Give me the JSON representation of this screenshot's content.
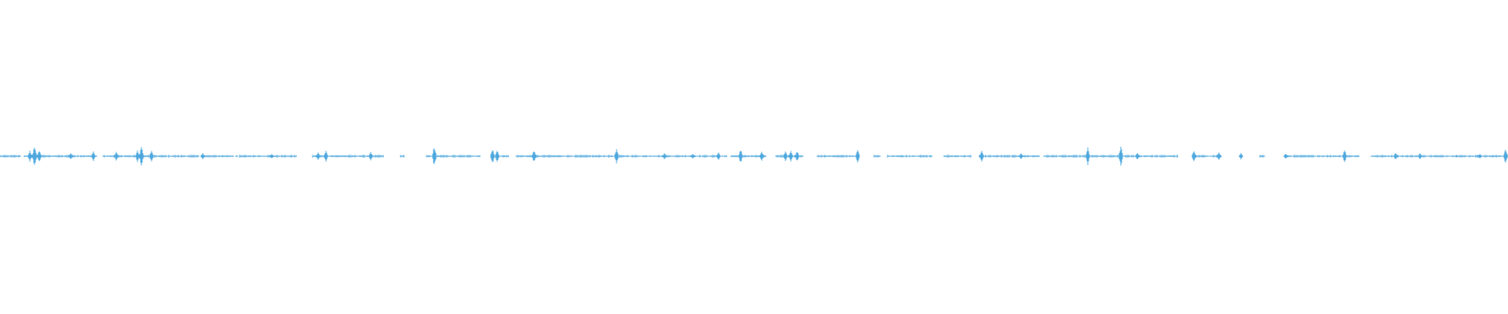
{
  "waveform": {
    "color": "#4ea8de",
    "background": "#ffffff",
    "segments": [
      [
        0,
        26
      ],
      [
        31,
        123
      ],
      [
        131,
        253
      ],
      [
        257,
        297
      ],
      [
        300,
        302
      ],
      [
        305,
        378
      ],
      [
        398,
        488
      ],
      [
        510,
        515
      ],
      [
        543,
        611
      ],
      [
        625,
        648
      ],
      [
        657,
        913
      ],
      [
        919,
        925
      ],
      [
        931,
        975
      ],
      [
        988,
        1023
      ],
      [
        1040,
        1094
      ],
      [
        1113,
        1121
      ],
      [
        1130,
        1187
      ],
      [
        1202,
        1236
      ],
      [
        1247,
        1323
      ],
      [
        1337,
        1329
      ],
      [
        1337,
        1500
      ],
      [
        1519,
        1555
      ],
      [
        1604,
        1610
      ],
      [
        1640,
        1730
      ],
      [
        1746,
        1858
      ],
      [
        1851,
        1920
      ]
    ],
    "peaks": [
      [
        44,
        1.0
      ],
      [
        38,
        0.55
      ],
      [
        50,
        0.6
      ],
      [
        90,
        0.35
      ],
      [
        119,
        0.45
      ],
      [
        148,
        0.4
      ],
      [
        180,
        1.0
      ],
      [
        175,
        0.55
      ],
      [
        193,
        0.6
      ],
      [
        258,
        0.3
      ],
      [
        346,
        0.25
      ],
      [
        405,
        0.4
      ],
      [
        415,
        0.55
      ],
      [
        472,
        0.45
      ],
      [
        553,
        1.0
      ],
      [
        627,
        0.7
      ],
      [
        633,
        0.55
      ],
      [
        680,
        0.6
      ],
      [
        785,
        0.75
      ],
      [
        846,
        0.3
      ],
      [
        882,
        0.25
      ],
      [
        915,
        0.35
      ],
      [
        943,
        0.7
      ],
      [
        970,
        0.45
      ],
      [
        1000,
        0.5
      ],
      [
        1007,
        0.55
      ],
      [
        1015,
        0.5
      ],
      [
        1092,
        0.65
      ],
      [
        1250,
        0.55
      ],
      [
        1300,
        0.3
      ],
      [
        1385,
        0.85
      ],
      [
        1427,
        1.0
      ],
      [
        1448,
        0.35
      ],
      [
        1520,
        0.55
      ],
      [
        1552,
        0.4
      ],
      [
        1580,
        0.3
      ],
      [
        1637,
        0.25
      ],
      [
        1712,
        0.6
      ],
      [
        1777,
        0.35
      ],
      [
        1808,
        0.3
      ],
      [
        1884,
        0.25
      ],
      [
        1917,
        0.7
      ]
    ]
  }
}
